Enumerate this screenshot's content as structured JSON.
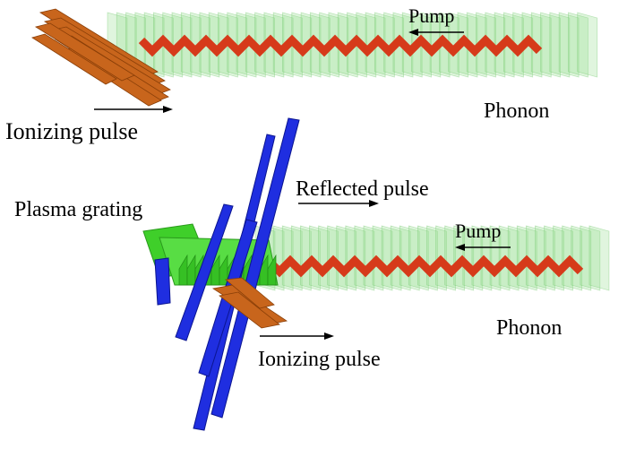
{
  "diagram": {
    "top_panel": {
      "pump_label": "Pump",
      "phonon_label": "Phonon",
      "ionizing_label": "Ionizing pulse"
    },
    "bottom_panel": {
      "plasma_label": "Plasma grating",
      "reflected_label": "Reflected pulse",
      "pump_label": "Pump",
      "phonon_label": "Phonon",
      "ionizing_label": "Ionizing pulse"
    }
  },
  "colors": {
    "phonon_fill": "#8fdc8a",
    "phonon_edge": "#5fbf5a",
    "wave": "#d63a1a",
    "ionizing_pulse": "#c8651c",
    "reflected_pulse": "#1f2ee0",
    "plasma_grating": "#3fcf2a"
  }
}
